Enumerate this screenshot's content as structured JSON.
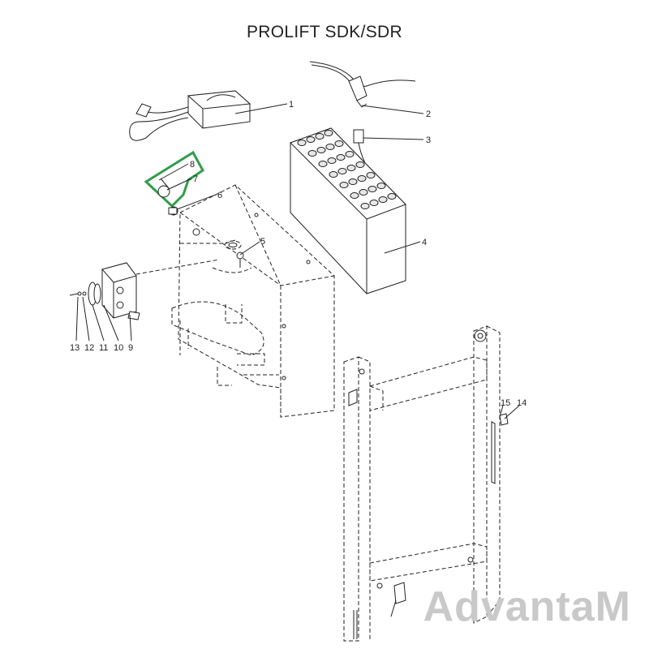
{
  "title": "PROLIFT SDK/SDR",
  "highlight_color": "#2e9e4a",
  "callouts": {
    "c1": "1",
    "c2": "2",
    "c3": "3",
    "c4": "4",
    "c5": "5",
    "c6": "6",
    "c7": "7",
    "c8": "8",
    "c9": "9",
    "c10": "10",
    "c11": "11",
    "c12": "12",
    "c13": "13",
    "c14": "14",
    "c15": "15"
  },
  "watermark": "AdvantaM"
}
